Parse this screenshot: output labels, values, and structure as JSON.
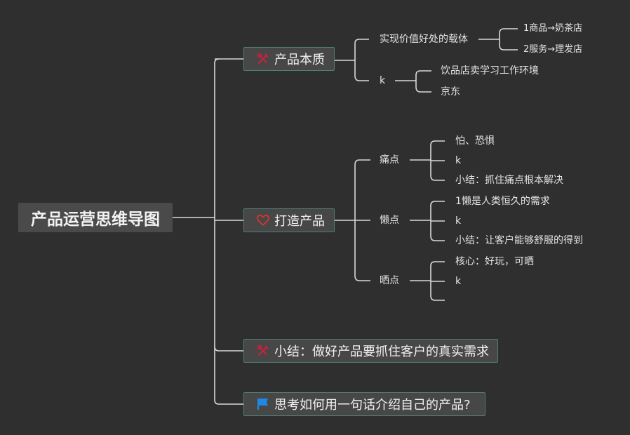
{
  "root": {
    "label": "产品运营思维导图"
  },
  "branches": [
    {
      "label": "产品本质",
      "icon": "tools-icon",
      "children": [
        {
          "label": "实现价值好处的载体",
          "children": [
            "1商品→奶茶店",
            "2服务→理发店"
          ]
        },
        {
          "label": "k",
          "children": [
            "饮品店卖学习工作环境",
            "京东"
          ]
        }
      ]
    },
    {
      "label": "打造产品",
      "icon": "heart-icon",
      "children": [
        {
          "label": "痛点",
          "children": [
            "怕、恐惧",
            "k",
            "小结：抓住痛点根本解决"
          ]
        },
        {
          "label": "懒点",
          "children": [
            "1懒是人类恒久的需求",
            "k",
            "小结：让客户能够舒服的得到"
          ]
        },
        {
          "label": "晒点",
          "children": [
            "核心：好玩，可晒",
            "k",
            ""
          ]
        }
      ]
    },
    {
      "label": "小结：做好产品要抓住客户的真实需求",
      "icon": "tools-icon",
      "children": []
    },
    {
      "label": "思考如何用一句话介绍自己的产品?",
      "icon": "flag-icon",
      "children": []
    }
  ],
  "colors": {
    "background": "#2f2f2f",
    "line": "#d8d8d8",
    "branch_border": "#4f7f76",
    "tools_icon": "#c8223a",
    "heart_icon": "#d9362b",
    "flag_icon": "#1e88e5"
  }
}
